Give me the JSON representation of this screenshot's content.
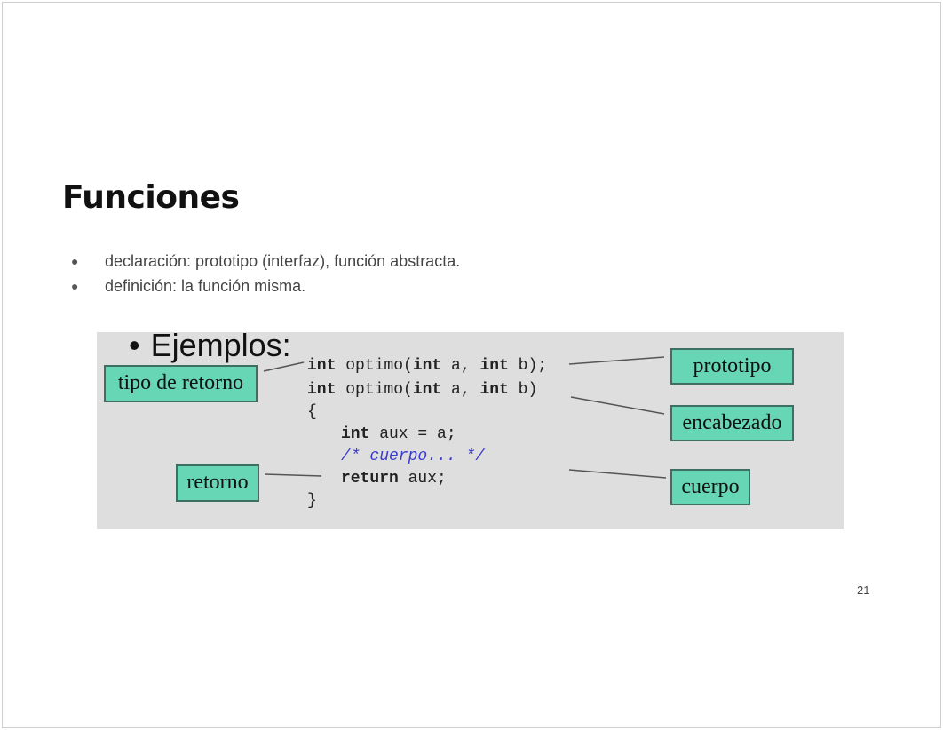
{
  "slide": {
    "title": "Funciones",
    "bullets": [
      "declaración: prototipo (interfaz), función abstracta.",
      "definición: la función misma."
    ],
    "page_number": "21"
  },
  "figure": {
    "heading_bullet": "•",
    "heading": "Ejemplos:",
    "labels": {
      "return_type": "tipo de retorno",
      "prototype": "prototipo",
      "header": "encabezado",
      "return": "retorno",
      "body": "cuerpo"
    },
    "code": {
      "l1_kw1": "int",
      "l1_a": " optimo(",
      "l1_kw2": "int",
      "l1_b": " a, ",
      "l1_kw3": "int",
      "l1_c": " b);",
      "l2_kw1": "int",
      "l2_a": " optimo(",
      "l2_kw2": "int",
      "l2_b": " a, ",
      "l2_kw3": "int",
      "l2_c": " b)",
      "l3": "{",
      "l4_kw": "int",
      "l4_rest": " aux = a;",
      "l5_comment": "/* cuerpo... */",
      "l6_kw": "return",
      "l6_rest": " aux;",
      "l7": "}"
    },
    "colors": {
      "label_fill": "#66d6b4",
      "background": "#dedede",
      "comment": "#3b3bd0"
    }
  }
}
